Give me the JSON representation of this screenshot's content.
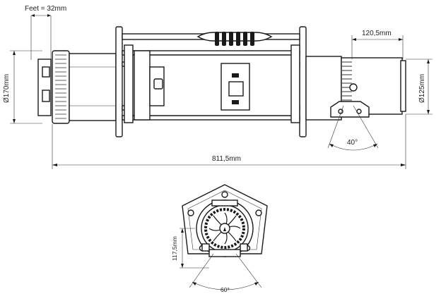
{
  "drawing": {
    "top_view": {
      "feet_label": "Feet = 32mm",
      "diameter_left": "Ø170mm",
      "length_label": "811,5mm",
      "width_right": "120,5mm",
      "diameter_right": "Ø125mm",
      "angle_label": "40°"
    },
    "front_view": {
      "height_label": "117,5mm",
      "angle_label": "60°"
    }
  }
}
